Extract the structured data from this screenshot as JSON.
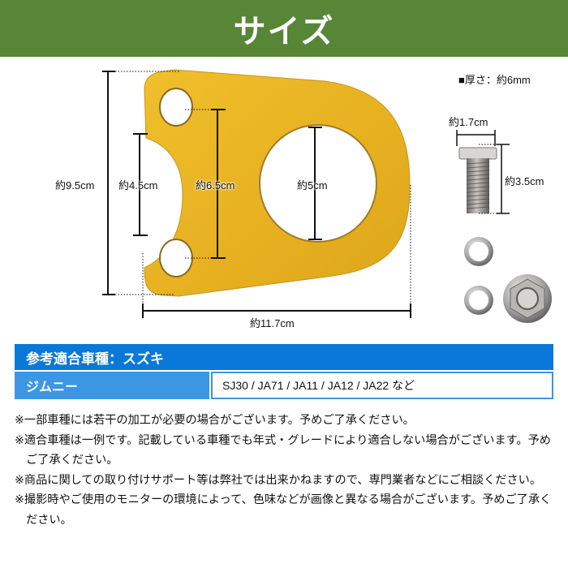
{
  "header": {
    "title": "サイズ"
  },
  "figure": {
    "thickness": "■厚さ：約6mm",
    "plate": {
      "color": "#e8b224",
      "height": "約9.5cm",
      "inner_gap": "約4.5cm",
      "hole_spacing": "約6.5cm",
      "hole_diameter": "約5cm",
      "width": "約11.7cm"
    },
    "bolt": {
      "head_width": "約1.7cm",
      "length": "約3.5cm"
    }
  },
  "fitment": {
    "header": "参考適合車種：スズキ",
    "rows": [
      {
        "model": "ジムニー",
        "codes": "SJ30 / JA71 / JA11 / JA12 / JA22 など"
      }
    ]
  },
  "notes": [
    "※一部車種には若干の加工が必要の場合がございます。予めご了承ください。",
    "※適合車種は一例です。記載している車種でも年式・グレードにより適合しない場合がございます。予めご了承ください。",
    "※商品に関しての取り付けサポート等は弊社では出来かねますので、専門業者などにご相談ください。",
    "※撮影時やご使用のモニターの環境によって、色味などが画像と異なる場合がございます。予めご了承ください。"
  ],
  "colors": {
    "header_green": "#578636",
    "table_blue": "#0a78d8",
    "table_blue_light": "#3c96e4"
  }
}
